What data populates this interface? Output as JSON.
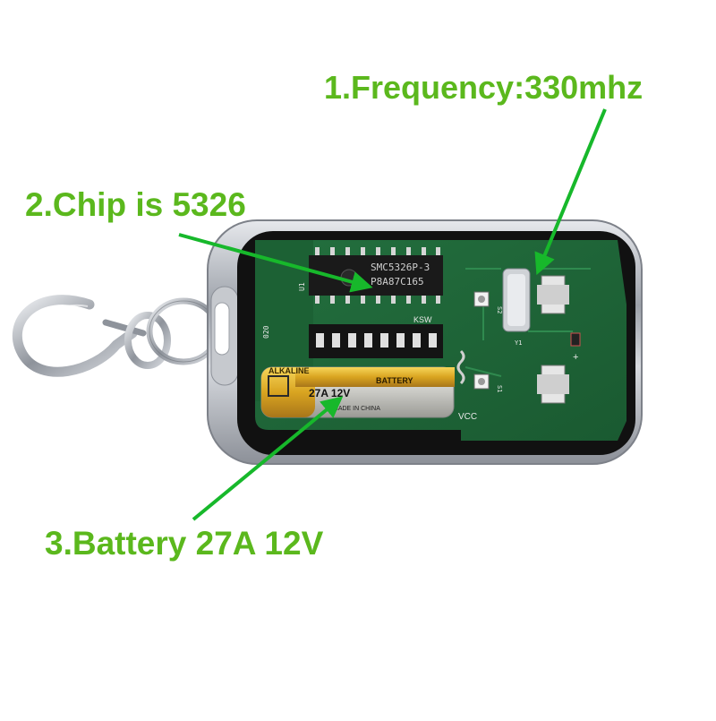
{
  "callouts": {
    "frequency": "1.Frequency:330mhz",
    "chip": "2.Chip is 5326",
    "battery": "3.Battery 27A 12V"
  },
  "photo": {
    "chip_marking_line1": "SMC5326P-3",
    "chip_marking_line2": "P8A87C165",
    "dip_label": "KSW",
    "battery_brand": "ALKALINE",
    "battery_word": "BATTERY",
    "battery_model": "27A 12V",
    "battery_origin": "MADE IN CHINA",
    "pcb_vcc": "VCC",
    "pcb_s1": "S1",
    "pcb_s2": "S2",
    "pcb_y1": "Y1",
    "pcb_u1": "U1",
    "pcb_plus": "+",
    "pcb_ksw_code": "020"
  },
  "colors": {
    "callout_text": "#5bb81d",
    "arrow": "#17b82b",
    "pcb": "#1f6b3a",
    "case_metal": "#b9bcc2",
    "battery_gold": "#e3b52a"
  }
}
